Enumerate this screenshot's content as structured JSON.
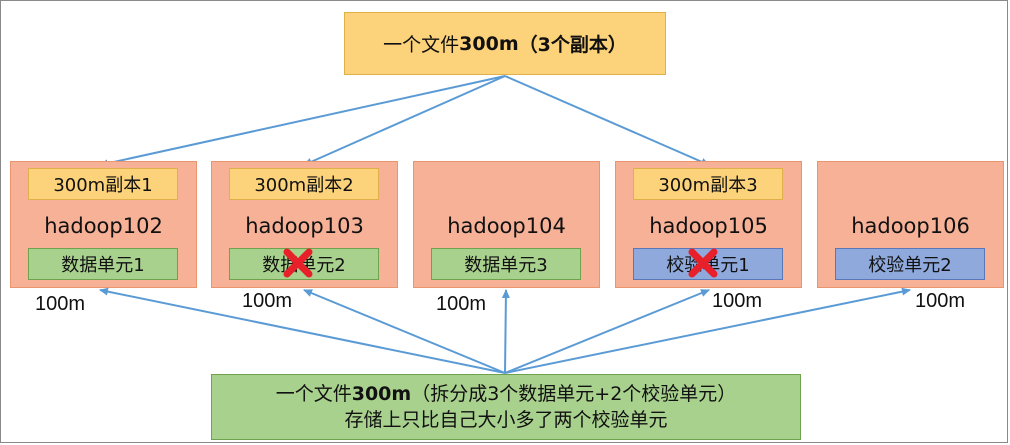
{
  "top": {
    "prefix": "一个文件",
    "size": "300m",
    "suffix": "（3个副本）"
  },
  "nodes": [
    {
      "replica": "300m副本1",
      "host": "hadoop102",
      "unit": "数据单元1",
      "unit_type": "data",
      "unit_failed": false,
      "replica_failed": false,
      "size": "100m"
    },
    {
      "replica": "300m副本2",
      "host": "hadoop103",
      "unit": "数据单元2",
      "unit_type": "data",
      "unit_failed": true,
      "replica_failed": false,
      "size": "100m"
    },
    {
      "replica": "",
      "host": "hadoop104",
      "unit": "数据单元3",
      "unit_type": "data",
      "unit_failed": false,
      "replica_failed": false,
      "size": "100m"
    },
    {
      "replica": "300m副本3",
      "host": "hadoop105",
      "unit": "校验单元1",
      "unit_type": "check",
      "unit_failed": true,
      "replica_failed": false,
      "size": "100m"
    },
    {
      "replica": "",
      "host": "hadoop106",
      "unit": "校验单元2",
      "unit_type": "check",
      "unit_failed": false,
      "replica_failed": false,
      "size": "100m"
    }
  ],
  "bottom": {
    "line1_prefix": "一个文件",
    "line1_size": "300m",
    "line1_suffix": "（拆分成3个数据单元+2个校验单元）",
    "line2": "存储上只比自己大小多了两个校验单元"
  },
  "colors": {
    "arrow": "#5b9bd5",
    "failed_mark": "#e8202a",
    "node_bg": "#f6b197",
    "replica_bg": "#fcd27a",
    "data_unit_bg": "#a9d18e",
    "check_unit_bg": "#8fa9dc"
  }
}
